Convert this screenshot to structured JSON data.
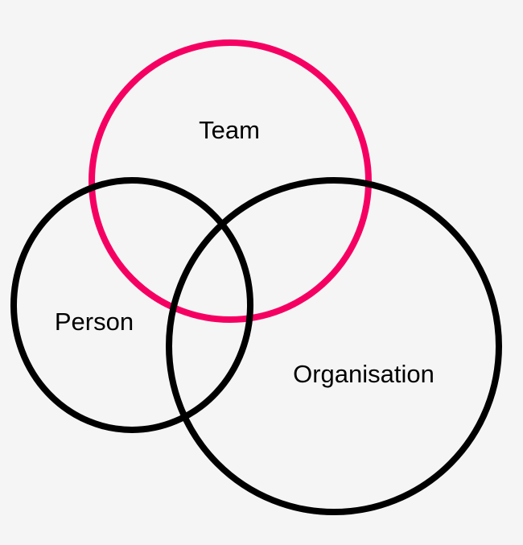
{
  "diagram": {
    "type": "venn",
    "sets": [
      {
        "id": "team",
        "label": "Team",
        "color": "#f50062"
      },
      {
        "id": "person",
        "label": "Person",
        "color": "#000000"
      },
      {
        "id": "organisation",
        "label": "Organisation",
        "color": "#000000"
      }
    ]
  }
}
